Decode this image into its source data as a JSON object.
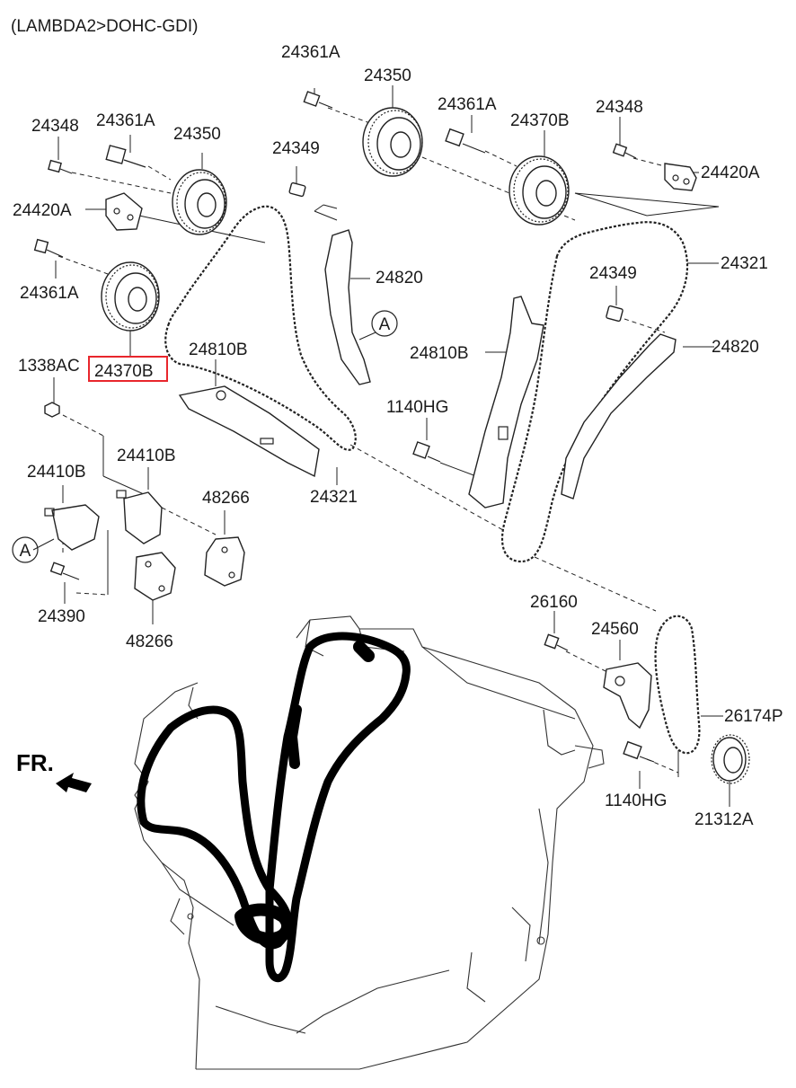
{
  "header": {
    "title": "(LAMBDA2>DOHC-GDI)"
  },
  "front_marker": {
    "text": "FR."
  },
  "callout_letter": "A",
  "highlight": {
    "color": "#e8262c",
    "part_number": "24370B"
  },
  "labels": {
    "p24361A_top": "24361A",
    "p24350_top": "24350",
    "p24361A_right": "24361A",
    "p24370B_right": "24370B",
    "p24348_right": "24348",
    "p24348_left": "24348",
    "p24361A_left": "24361A",
    "p24350_left": "24350",
    "p24349_top": "24349",
    "p24420A_right": "24420A",
    "p24420A_left": "24420A",
    "p24321_right": "24321",
    "p24820_mid": "24820",
    "p24349_right": "24349",
    "p24361A_lower": "24361A",
    "p24810B_right": "24810B",
    "p24820_right": "24820",
    "p1338AC": "1338AC",
    "p24370B_left": "24370B",
    "p24810B_left": "24810B",
    "p1140HG_mid": "1140HG",
    "p24410B_left": "24410B",
    "p24410B_mid": "24410B",
    "p48266_upper": "48266",
    "p24321_mid": "24321",
    "p24390": "24390",
    "p48266_lower": "48266",
    "p26160": "26160",
    "p24560": "24560",
    "p26174P": "26174P",
    "p1140HG_low": "1140HG",
    "p21312A": "21312A"
  }
}
